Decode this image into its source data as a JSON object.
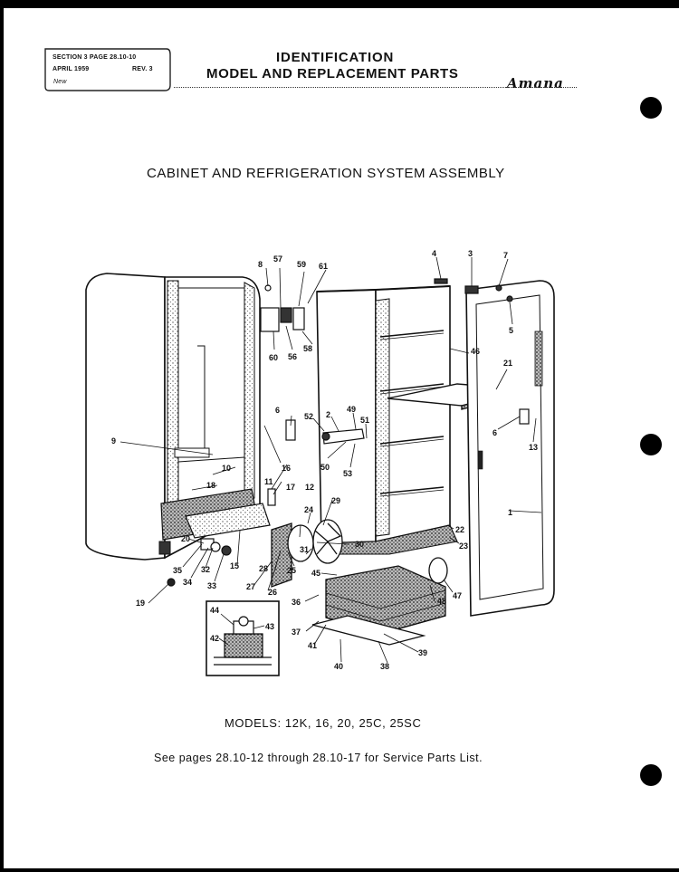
{
  "header": {
    "section_line": "SECTION 3 PAGE 28.10-10",
    "date": "APRIL 1959",
    "rev": "REV. 3",
    "status": "New",
    "title_line1": "IDENTIFICATION",
    "title_line2": "MODEL AND REPLACEMENT PARTS",
    "brand": "Amana"
  },
  "diagram": {
    "title": "CABINET AND REFRIGERATION SYSTEM ASSEMBLY",
    "callouts": [
      "1",
      "2",
      "3",
      "4",
      "5",
      "6",
      "6",
      "7",
      "8",
      "9",
      "10",
      "11",
      "12",
      "13",
      "15",
      "16",
      "17",
      "18",
      "19",
      "20",
      "21",
      "22",
      "23",
      "24",
      "25",
      "26",
      "27",
      "28",
      "29",
      "30",
      "31",
      "32",
      "33",
      "34",
      "35",
      "36",
      "37",
      "38",
      "39",
      "40",
      "41",
      "42",
      "43",
      "44",
      "45",
      "46",
      "47",
      "48",
      "49",
      "50",
      "51",
      "52",
      "53",
      "56",
      "57",
      "58",
      "59",
      "60",
      "61"
    ]
  },
  "footer": {
    "models": "MODELS: 12K, 16, 20, 25C, 25SC",
    "service_note": "See pages 28.10-12 through 28.10-17 for Service Parts List."
  }
}
